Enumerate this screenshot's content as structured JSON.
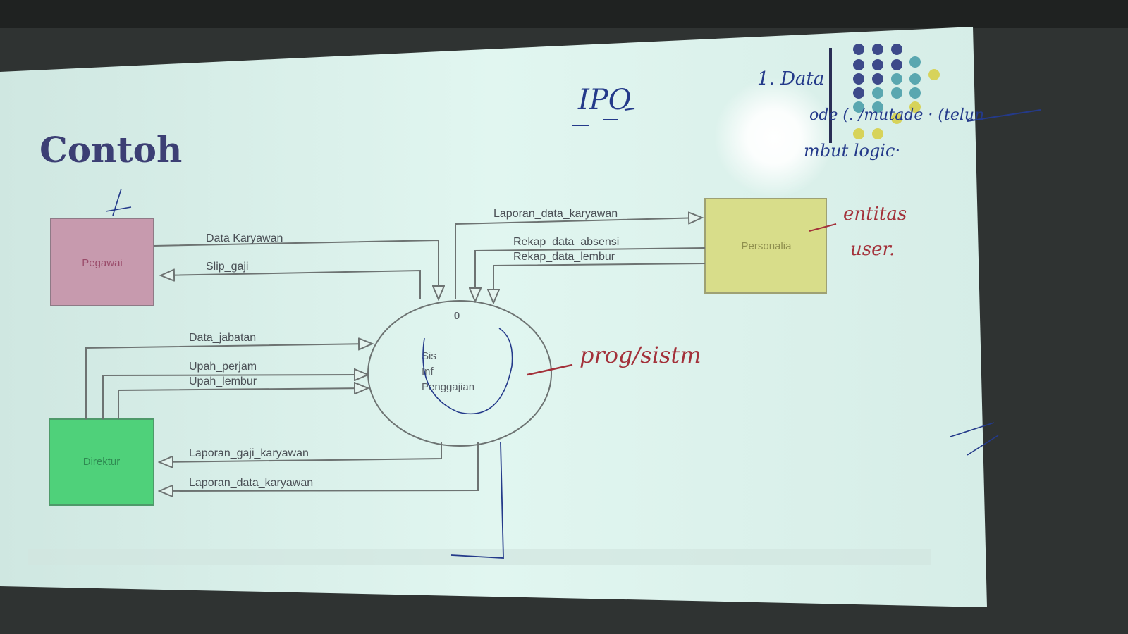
{
  "slide": {
    "title": "Contoh"
  },
  "entities": {
    "pegawai": "Pegawai",
    "personalia": "Personalia",
    "direktur": "Direktur"
  },
  "process": {
    "number": "0",
    "line1": "Sis",
    "line2": "Inf",
    "line3": "Penggajian"
  },
  "flows": {
    "data_karyawan": "Data Karyawan",
    "slip_gaji": "Slip_gaji",
    "laporan_data_karyawan_top": "Laporan_data_karyawan",
    "rekap_data_absensi": "Rekap_data_absensi",
    "rekap_data_lembur": "Rekap_data_lembur",
    "data_jabatan": "Data_jabatan",
    "upah_perjam": "Upah_perjam",
    "upah_lembur": "Upah_lembur",
    "laporan_gaji_karyawan": "Laporan_gaji_karyawan",
    "laporan_data_karyawan_bottom": "Laporan_data_karyawan"
  },
  "handwriting": {
    "ipo": "IPO",
    "note_line1": "1. Data",
    "note_line2": "ode (. /mutade · (telun",
    "note_line3": "mbut logic·",
    "entitas": "entitas",
    "user": "user.",
    "prog_sistem": "prog/sistm"
  },
  "colors": {
    "slide_bg": "#dff5ee",
    "title": "#3c3f74",
    "pegawai_fill": "#c79aae",
    "personalia_fill": "#d8dd8a",
    "direktur_fill": "#4fd17a",
    "ink_red": "#a3313a",
    "ink_blue": "#243a8a"
  }
}
